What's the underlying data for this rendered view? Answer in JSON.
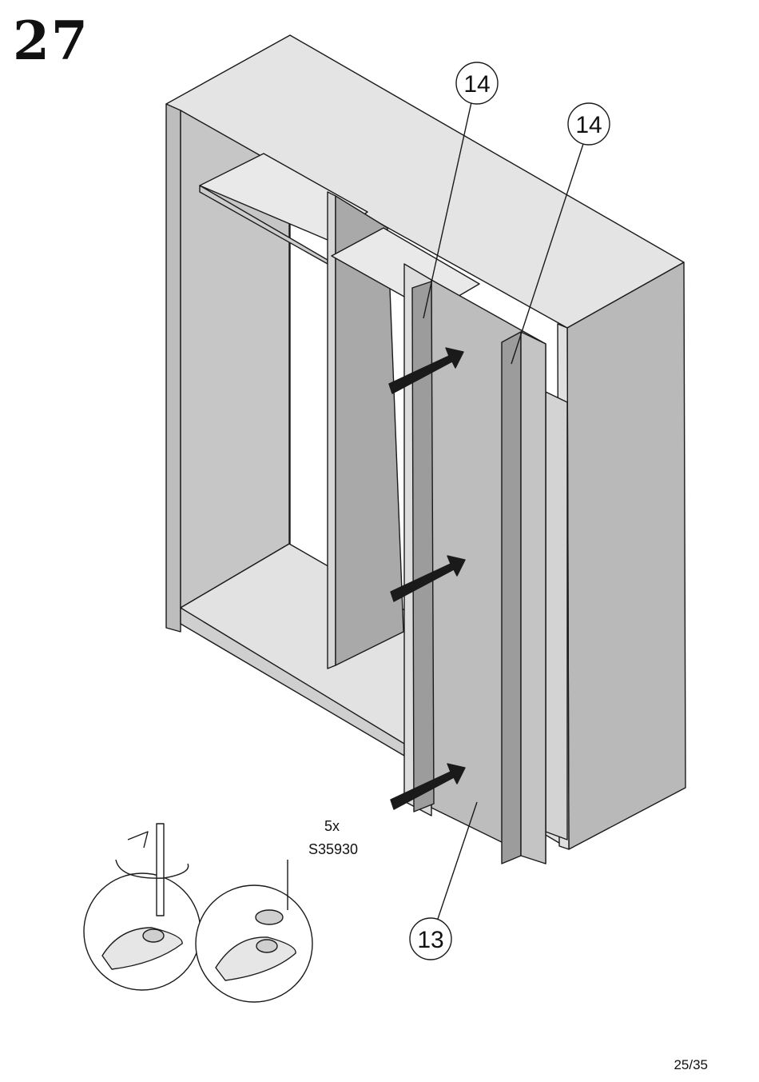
{
  "step": {
    "number": "27"
  },
  "callouts": [
    {
      "id": "callout-14-left",
      "label": "14"
    },
    {
      "id": "callout-14-right",
      "label": "14"
    },
    {
      "id": "callout-13",
      "label": "13"
    }
  ],
  "hardware": {
    "quantity": "5x",
    "part_code": "S35930"
  },
  "page": {
    "counter": "25/35"
  },
  "colors": {
    "panel_light": "#e6e6e6",
    "panel_mid": "#c8c8c8",
    "panel_dark": "#a8a8a8",
    "outline": "#1a1a1a"
  }
}
